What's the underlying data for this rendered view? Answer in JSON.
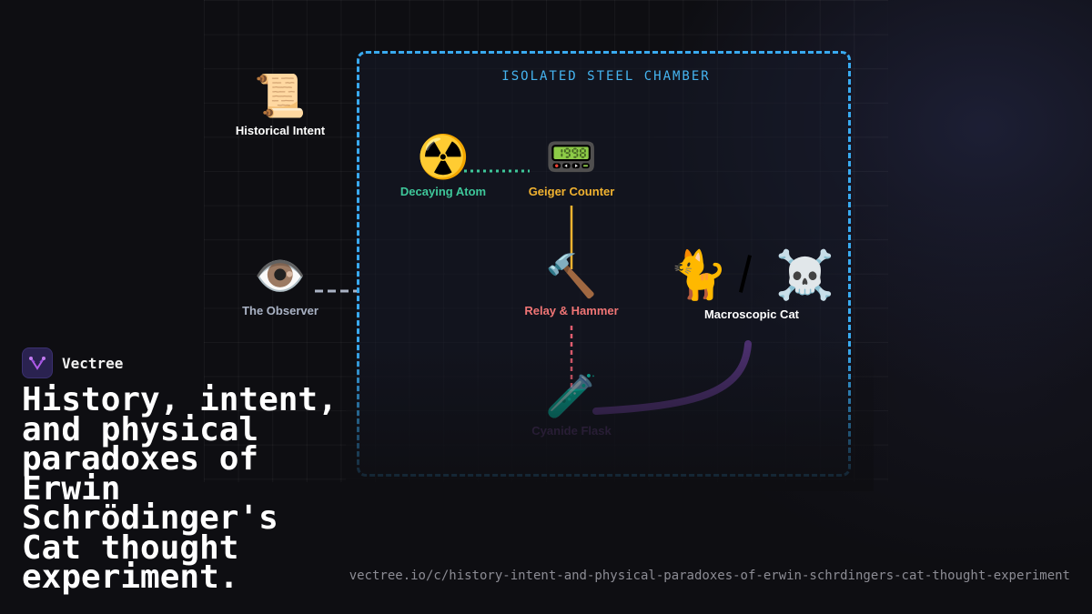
{
  "diagram": {
    "chamber_label": "ISOLATED STEEL CHAMBER",
    "nodes": {
      "historical_intent": {
        "icon": "📜",
        "icon_name": "scroll-icon",
        "label": "Historical Intent",
        "color": "#ffffff"
      },
      "observer": {
        "icon": "👁️",
        "icon_name": "eye-icon",
        "label": "The Observer",
        "color": "#a9b2c4"
      },
      "decaying_atom": {
        "icon": "☢️",
        "icon_name": "radioactive-icon",
        "label": "Decaying Atom",
        "color": "#3ec79a"
      },
      "geiger_counter": {
        "icon": "📟",
        "icon_name": "pager-icon",
        "label": "Geiger Counter",
        "color": "#f2b330"
      },
      "relay_hammer": {
        "icon": "🔨",
        "icon_name": "hammer-icon",
        "label": "Relay & Hammer",
        "color": "#f07575"
      },
      "cyanide_flask": {
        "icon": "🧪",
        "icon_name": "test-tube-icon",
        "label": "Cyanide Flask",
        "color": "#5c3a78"
      },
      "macroscopic_cat": {
        "icon_alive": "🐈",
        "icon_alive_name": "cat-icon",
        "icon_dead": "☠️",
        "icon_dead_name": "skull-crossbones-icon",
        "label": "Macroscopic Cat",
        "color": "#ffffff"
      }
    },
    "link_colors": {
      "atom_to_counter": "#3ec79a",
      "counter_to_hammer": "#f2b330",
      "hammer_to_flask": "#e05d6f",
      "observer_to_chamber": "#a9b2c4",
      "flask_to_cat": "#4b2f6e"
    }
  },
  "brand": {
    "name": "Vectree",
    "logo_icon": "vectree-logo-icon"
  },
  "headline": "History, intent, and physical paradoxes of Erwin Schrödinger's Cat thought experiment.",
  "url": "vectree.io/c/history-intent-and-physical-paradoxes-of-erwin-schrdingers-cat-thought-experiment"
}
